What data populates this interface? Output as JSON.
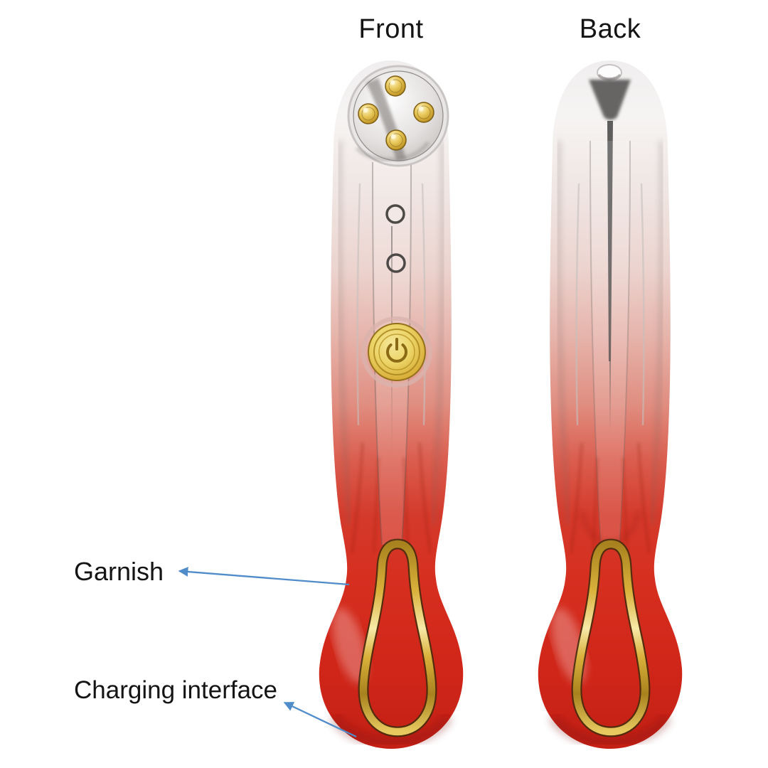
{
  "view_labels": {
    "front": "Front",
    "back": "Back"
  },
  "annotations": {
    "garnish": {
      "label": "Garnish"
    },
    "charging_interface": {
      "label": "Charging interface"
    }
  },
  "device_features": {
    "massage_electrode_count": 4,
    "indicator_light_count": 2,
    "power_symbol": "⏻",
    "views": [
      "front",
      "back"
    ]
  },
  "colors": {
    "background": "#ffffff",
    "label_text": "#141414",
    "pointer_line": "#4f8cc9",
    "chrome_silver": "#f2f0ef",
    "body_red": "#d22d1f",
    "gold_accent": "#d9b13b"
  }
}
